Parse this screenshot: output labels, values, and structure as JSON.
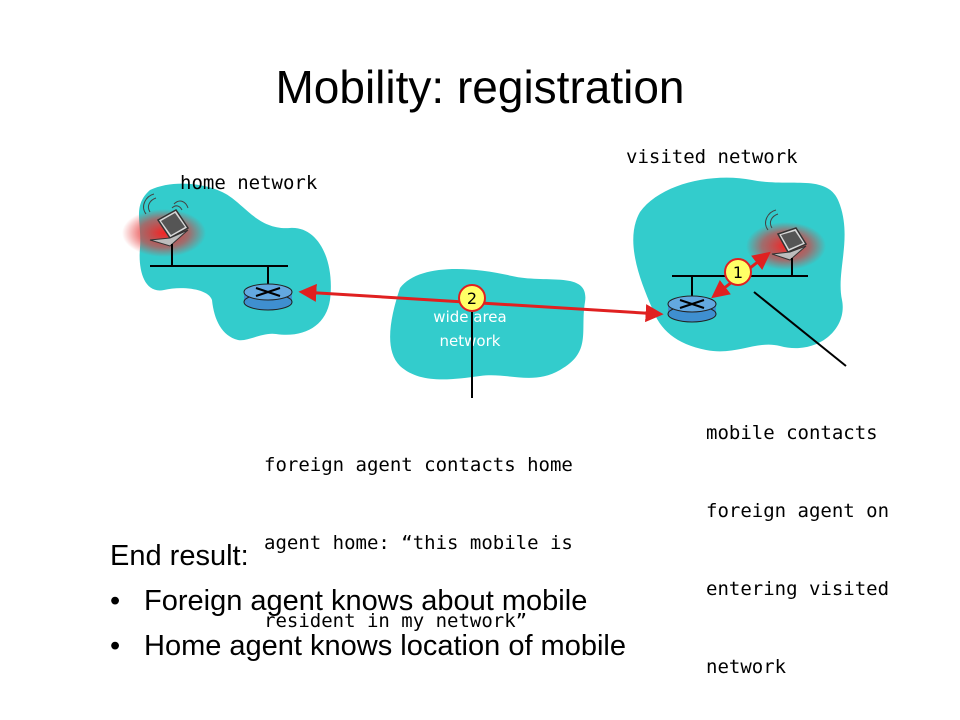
{
  "title": "Mobility: registration",
  "diagram": {
    "home_network_label": "home network",
    "visited_network_label": "visited network",
    "wide_area_label_line1": "wide area",
    "wide_area_label_line2": "network",
    "step1_badge": "1",
    "step2_badge": "2",
    "step2_annotation": [
      "foreign agent contacts home",
      "agent home: “this mobile is",
      "resident in my network”"
    ],
    "step1_annotation": [
      "mobile contacts",
      "foreign agent on",
      "entering visited",
      "network"
    ]
  },
  "colors": {
    "cloud": "#33cccc",
    "arrow": "#e02020",
    "badge_fill": "#ffff66",
    "router_fill": "#3f8fd0",
    "glow": "#e53030"
  },
  "result": {
    "heading": "End result:",
    "bullets": [
      "Foreign agent knows about mobile",
      "Home agent knows location of mobile"
    ]
  }
}
